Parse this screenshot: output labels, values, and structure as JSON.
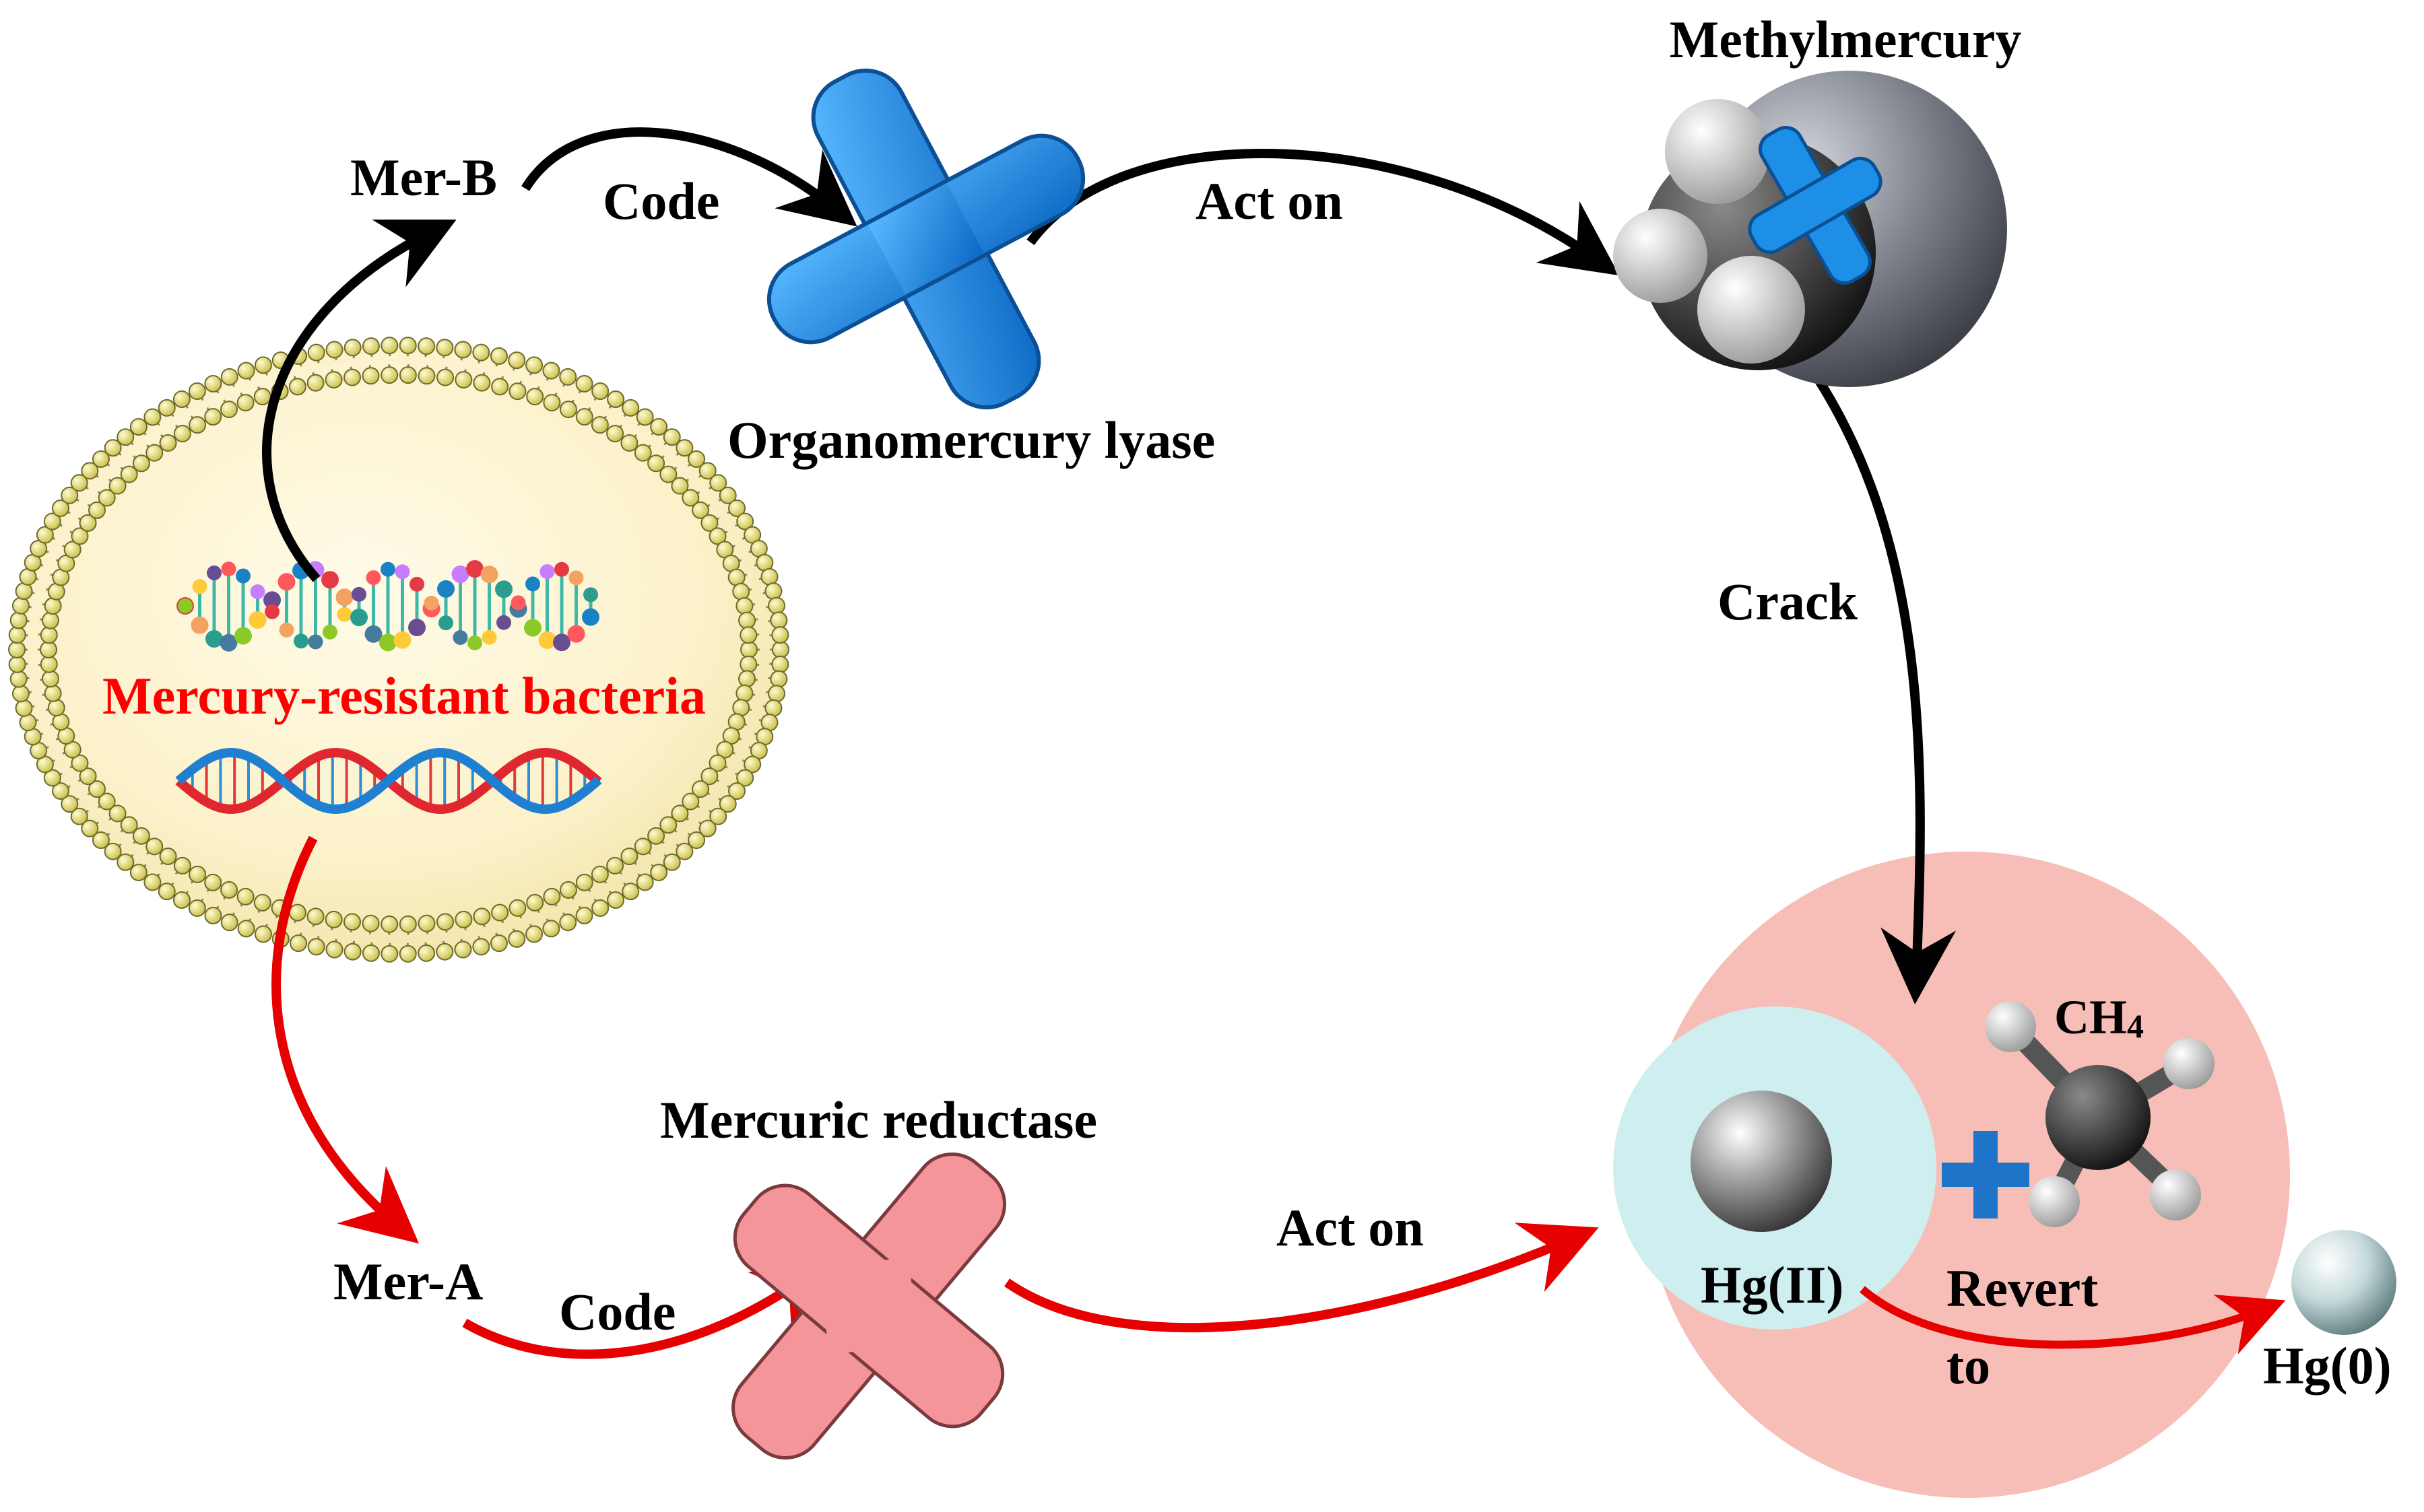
{
  "labels": {
    "methylmercury": "Methylmercury",
    "mer_b": "Mer-B",
    "code_top": "Code",
    "act_on_top": "Act on",
    "organomercury_lyase": "Organomercury lyase",
    "crack": "Crack",
    "bacteria": "Mercury-resistant bacteria",
    "ch4_main": "CH",
    "ch4_sub": "4",
    "mercuric_reductase": "Mercuric reductase",
    "act_on_bottom": "Act on",
    "mer_a": "Mer-A",
    "code_bottom": "Code",
    "hg_ii": "Hg(II)",
    "revert": "Revert",
    "to": "to",
    "hg_0": "Hg(0)"
  },
  "colors": {
    "black_arrow": "#000000",
    "red_arrow": "#e60000",
    "lyase_blue": "#1e8fe6",
    "reductase_pink": "#f4959a",
    "cell_fill": "#fbf1c9",
    "membrane_bead": "#e8e07a",
    "result_circle": "#f7beb7",
    "hg_ii_circle": "#cfeef0",
    "plus_blue": "#1e74c8"
  },
  "icons": {
    "lyase": "blue-cross-enzyme-icon",
    "reductase": "pink-cross-enzyme-icon",
    "methylmercury": "methylmercury-molecule-icon",
    "methane": "methane-molecule-icon",
    "hg_ii": "mercury-sphere-icon",
    "hg_0": "elemental-mercury-sphere-icon",
    "plus": "plus-icon"
  }
}
